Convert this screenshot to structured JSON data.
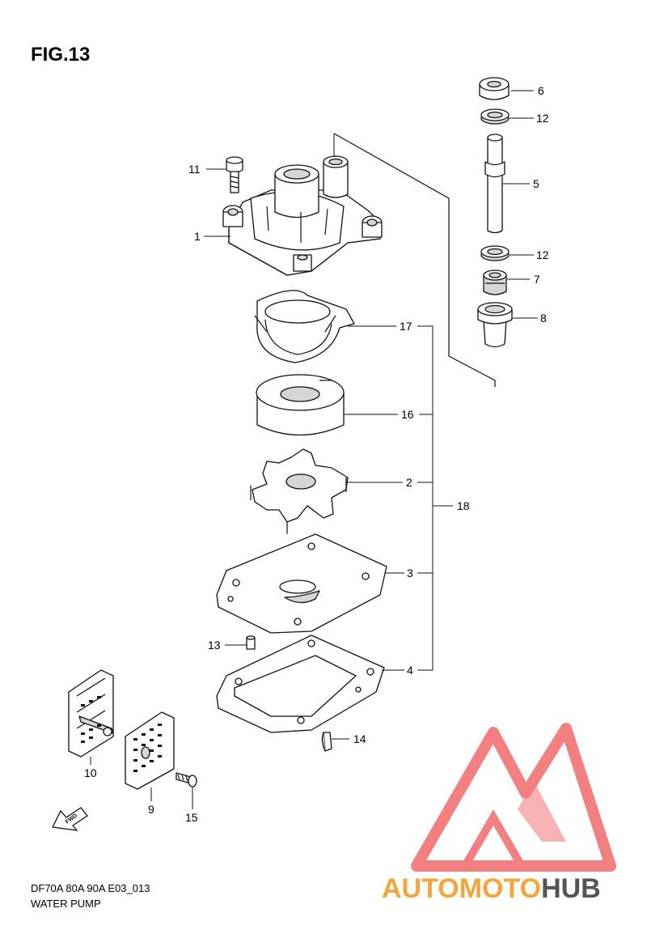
{
  "figure": {
    "title": "FIG.13",
    "model_code": "DF70A 80A 90A E03_013",
    "caption": "WATER PUMP"
  },
  "callouts": [
    {
      "id": "1",
      "label": "1"
    },
    {
      "id": "2",
      "label": "2"
    },
    {
      "id": "3",
      "label": "3"
    },
    {
      "id": "4",
      "label": "4"
    },
    {
      "id": "5",
      "label": "5"
    },
    {
      "id": "6",
      "label": "6"
    },
    {
      "id": "7",
      "label": "7"
    },
    {
      "id": "8",
      "label": "8"
    },
    {
      "id": "9",
      "label": "9"
    },
    {
      "id": "10",
      "label": "10"
    },
    {
      "id": "11",
      "label": "11"
    },
    {
      "id": "12a",
      "label": "12"
    },
    {
      "id": "12b",
      "label": "12"
    },
    {
      "id": "13",
      "label": "13"
    },
    {
      "id": "14",
      "label": "14"
    },
    {
      "id": "15",
      "label": "15"
    },
    {
      "id": "16",
      "label": "16"
    },
    {
      "id": "17",
      "label": "17"
    },
    {
      "id": "18",
      "label": "18"
    }
  ],
  "direction_marker": {
    "label": "FWD"
  },
  "watermark": {
    "text_part1": "AUTOMOTO",
    "text_part2": "HUB",
    "color_primary": "#e94e4e",
    "color_secondary": "#f4a63a",
    "color_dark": "#555555"
  }
}
